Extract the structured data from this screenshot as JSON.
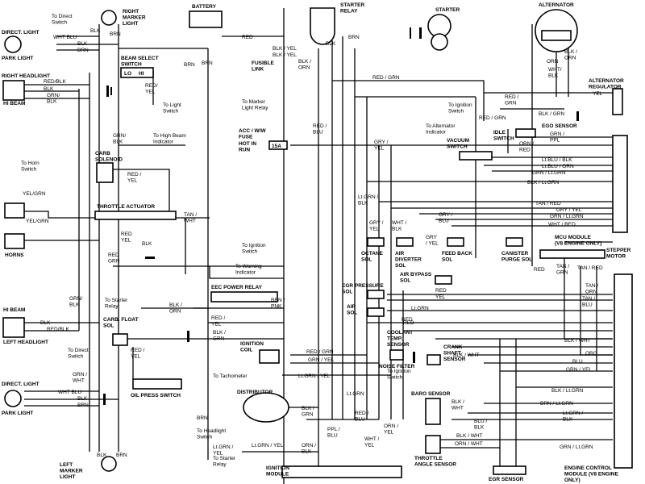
{
  "components": {
    "battery": "BATTERY",
    "starter_relay": "STARTER\nRELAY",
    "starter": "STARTER",
    "alternator": "ALTERNATOR",
    "alt_regulator": "ALTERNATOR\nREGULATOR",
    "right_marker": "RIGHT\nMARKER\nLIGHT",
    "direct_light_r": "DIRECT. LIGHT",
    "park_light_r": "PARK LIGHT",
    "right_headlight": "RIGHT HEADLIGHT",
    "hi_beam_r": "HI BEAM",
    "beam_select": "BEAM SELECT\nSWITCH",
    "lo": "LO",
    "hi": "HI",
    "fusible_link": "FUSIBLE\nLINK",
    "carb_solenoid": "CARB\nSOLENOID",
    "throttle_actuator": "THROTTLE ACTUATOR",
    "horns": "HORNS",
    "acc_fuse": "ACC / W/W\nFUSE",
    "hot_in_run": "HOT IN\nRUN",
    "fuse_15a": "15A",
    "idle_switch": "IDLE\nSWITCH",
    "egr_sensor": "EGO SENSOR",
    "vacuum_switch": "VACUUM\nSWITCH",
    "octane_sol": "OCTANE\nSOL",
    "air_diverter": "AIR\nDIVERTER\nSOL",
    "feed_back": "FEED BACK\nSOL",
    "canister": "CANISTER\nPURGE SOL",
    "mcu_module": "MCU MODULE\n(V8 ENGINE ONLY)",
    "stepper_motor": "STEPPER\nMOTOR",
    "air_bypass": "AIR BYPASS\nSOL",
    "egr_pressure": "EGR PRESSURE\nSOL",
    "air_sol": "AIR\nSOL",
    "eec_power_relay": "EEC POWER RELAY",
    "hi_beam_l": "HI BEAM",
    "left_headlight": "LEFT HEADLIGHT",
    "carb_float": "CARB. FLOAT\nSOL",
    "oil_press": "OIL PRESS SWITCH",
    "ignition_coil": "IGNITION\nCOIL",
    "coolant_temp": "COOLANT\nTEMP.\nSENSOR",
    "noise_filter": "NOISE FILTER",
    "crank_shaft": "CRANK\nSHAFT\nSENSOR",
    "direct_light_l": "DIRECT. LIGHT",
    "park_light_l": "PARK LIGHT",
    "distributor": "DISTRIBUTOR",
    "baro_sensor": "BARO SENSOR",
    "throttle_angle": "THROTTLE\nANGLE SENSOR",
    "ignition_module": "IGNITION\nMODULE",
    "egr_sensor_bottom": "EGR SENSOR",
    "ecm": "ENGINE CONTROL\nMODULE (V8 ENGINE\nONLY)",
    "left_marker": "LEFT\nMARKER\nLIGHT"
  },
  "wire_labels": [
    {
      "id": "w1",
      "text": "To Direct\nSwitch"
    },
    {
      "id": "w2",
      "text": "WHT BLU"
    },
    {
      "id": "w3",
      "text": "BLK"
    },
    {
      "id": "w4",
      "text": "BRN"
    },
    {
      "id": "w5",
      "text": "BLK"
    },
    {
      "id": "w6",
      "text": "BRN"
    },
    {
      "id": "w7",
      "text": "RED/BLK"
    },
    {
      "id": "w8",
      "text": "BLK"
    },
    {
      "id": "w9",
      "text": "GRN/\nBLK"
    },
    {
      "id": "w10",
      "text": "RED/\nYEL"
    },
    {
      "id": "w11",
      "text": "To Light\nSwitch"
    },
    {
      "id": "w12",
      "text": "GRN/\nBLK"
    },
    {
      "id": "w13",
      "text": "To High Beam\nIndicator"
    },
    {
      "id": "w14",
      "text": "BRN"
    },
    {
      "id": "w15",
      "text": "RED"
    },
    {
      "id": "w16",
      "text": "BLK / YEL"
    },
    {
      "id": "w17",
      "text": "BLK /\nORN"
    },
    {
      "id": "w18",
      "text": "BRN"
    },
    {
      "id": "w19",
      "text": "BLK"
    },
    {
      "id": "w20",
      "text": "RED / GRN"
    },
    {
      "id": "w21",
      "text": "To Marker\nLight Relay"
    },
    {
      "id": "w22",
      "text": "RED /\nBLU"
    },
    {
      "id": "w23",
      "text": "ORN"
    },
    {
      "id": "w24",
      "text": "WHT/\nBLK"
    },
    {
      "id": "w25",
      "text": "BLK /\nORN"
    },
    {
      "id": "w26",
      "text": "YEL"
    },
    {
      "id": "w27",
      "text": "RED /\nGRN"
    },
    {
      "id": "w28",
      "text": "To Ignition\nSwitch"
    },
    {
      "id": "w29",
      "text": "BLK / GRN"
    },
    {
      "id": "w30",
      "text": "RED / GRN"
    },
    {
      "id": "w31",
      "text": "To Alternator\nIndicator"
    },
    {
      "id": "w32",
      "text": "ORN /\nRED"
    },
    {
      "id": "w33",
      "text": "GRN /\nPPL"
    },
    {
      "id": "w34",
      "text": "Lt.BLU / BLK"
    },
    {
      "id": "w35",
      "text": "Lt.BLU / ORN"
    },
    {
      "id": "w36",
      "text": "GRN / Lt.GRN"
    },
    {
      "id": "w37",
      "text": "BLK / Lt.GRN"
    },
    {
      "id": "w38",
      "text": "GRY /\nYEL"
    },
    {
      "id": "w39",
      "text": "To Horn\nSwitch"
    },
    {
      "id": "w40",
      "text": "YEL/GRN"
    },
    {
      "id": "w41",
      "text": "YEL/GRN"
    },
    {
      "id": "w42",
      "text": "RED /\nYEL"
    },
    {
      "id": "w43",
      "text": "TAN /\nWHT"
    },
    {
      "id": "w44",
      "text": "RED\nYEL"
    },
    {
      "id": "w45",
      "text": "BLK"
    },
    {
      "id": "w46",
      "text": "RED\nGRN"
    },
    {
      "id": "w47",
      "text": "To Ignition\nSwitch"
    },
    {
      "id": "w48",
      "text": "To Warning\nIndicator"
    },
    {
      "id": "w49",
      "text": "Lt.GRN /\nBLK"
    },
    {
      "id": "w50",
      "text": "GRY /\nYEL"
    },
    {
      "id": "w51",
      "text": "WHT /\nBLK"
    },
    {
      "id": "w52",
      "text": "GRY /\nBLU"
    },
    {
      "id": "w53",
      "text": "GRY\n/ YEL"
    },
    {
      "id": "w54",
      "text": "TAN / RED"
    },
    {
      "id": "w55",
      "text": "GRY / YEL"
    },
    {
      "id": "w56",
      "text": "GRN / Lt.GRN"
    },
    {
      "id": "w57",
      "text": "WHT / RED"
    },
    {
      "id": "w58",
      "text": "RED"
    },
    {
      "id": "w59",
      "text": "TAN /\nGRN"
    },
    {
      "id": "w60",
      "text": "TAN / RED"
    },
    {
      "id": "w61",
      "text": "TAN /\nORN"
    },
    {
      "id": "w62",
      "text": "TAN /\nBLU"
    },
    {
      "id": "w63",
      "text": "RED"
    },
    {
      "id": "w64",
      "text": "YEL"
    },
    {
      "id": "w65",
      "text": "Lt.GRN"
    },
    {
      "id": "w66",
      "text": "RED"
    },
    {
      "id": "w67",
      "text": "GRN/\nBLK"
    },
    {
      "id": "w68",
      "text": "BLK"
    },
    {
      "id": "w69",
      "text": "RED/BLK"
    },
    {
      "id": "w70",
      "text": "To Starter\nRelay"
    },
    {
      "id": "w71",
      "text": "BLK /\nORN"
    },
    {
      "id": "w72",
      "text": "RED /\nYEL"
    },
    {
      "id": "w73",
      "text": "BLK /\nGRN"
    },
    {
      "id": "w74",
      "text": "BRN /\nPNK"
    },
    {
      "id": "w75",
      "text": "RED /\nYEL"
    },
    {
      "id": "w76",
      "text": "RED / GRN"
    },
    {
      "id": "w77",
      "text": "GRN / YEL"
    },
    {
      "id": "w78",
      "text": "To Tachometer"
    },
    {
      "id": "w79",
      "text": "Lt.GRN / YEL"
    },
    {
      "id": "w80",
      "text": "To Ignition\nSwitch"
    },
    {
      "id": "w81",
      "text": "BLK / WHT"
    },
    {
      "id": "w82",
      "text": "BLK / WHT"
    },
    {
      "id": "w83",
      "text": "ORG"
    },
    {
      "id": "w84",
      "text": "BLU"
    },
    {
      "id": "w85",
      "text": "GRN / YEL"
    },
    {
      "id": "w86",
      "text": "To Direct\nSwitch"
    },
    {
      "id": "w87",
      "text": "GRN /\nWHT"
    },
    {
      "id": "w88",
      "text": "WHT BLU"
    },
    {
      "id": "w89",
      "text": "BLK"
    },
    {
      "id": "w90",
      "text": "BRN"
    },
    {
      "id": "w91",
      "text": "BRN"
    },
    {
      "id": "w92",
      "text": "To Headlight\nSwitch"
    },
    {
      "id": "w93",
      "text": "BLK / Lt.GRN"
    },
    {
      "id": "w94",
      "text": "BRN / Lt.GRN"
    },
    {
      "id": "w95",
      "text": "BLK /\nGRN"
    },
    {
      "id": "w96",
      "text": "Lt.GRN"
    },
    {
      "id": "w97",
      "text": "PPL /\nBLU"
    },
    {
      "id": "w98",
      "text": "RED /\nBLU"
    },
    {
      "id": "w99",
      "text": "ORN /\nYEL"
    },
    {
      "id": "w100",
      "text": "WHT /\nYEL"
    },
    {
      "id": "w101",
      "text": "BLK /\nWHT"
    },
    {
      "id": "w102",
      "text": "BLU /\nBLK"
    },
    {
      "id": "w103",
      "text": "Lt.GRN /\nBLK"
    },
    {
      "id": "w104",
      "text": "BLK / WHT"
    },
    {
      "id": "w105",
      "text": "ORN / WHT"
    },
    {
      "id": "w106",
      "text": "GRN / Lt.GRN"
    },
    {
      "id": "w107",
      "text": "Lt.GRN /\nYEL"
    },
    {
      "id": "w108",
      "text": "ORN /\nBLK"
    },
    {
      "id": "w109",
      "text": "To Starter\nRelay"
    },
    {
      "id": "w110",
      "text": "BLK"
    },
    {
      "id": "w111",
      "text": "BRN"
    },
    {
      "id": "w112",
      "text": "Lt.GRN / YEL"
    },
    {
      "id": "w113",
      "text": "RED"
    },
    {
      "id": "w114",
      "text": "BRN"
    },
    {
      "id": "w115",
      "text": "BLK / YEL"
    }
  ]
}
